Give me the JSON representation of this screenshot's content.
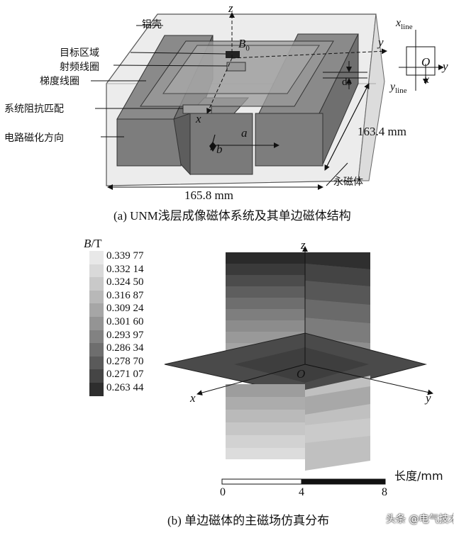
{
  "panel_a": {
    "labels": {
      "aluminum_shell": "铝壳",
      "target_region": "目标区域",
      "rf_coil": "射频线圈",
      "gradient_coil": "梯度线圈",
      "impedance_matching": "系统阻抗匹配",
      "magnetization_direction": "电路磁化方向",
      "permanent_magnet": "永磁体"
    },
    "axes": {
      "z": "z",
      "y": "y",
      "x": "x",
      "a": "a",
      "b": "b",
      "b0": "B",
      "b0_sub": "0",
      "ds": "ds"
    },
    "dimensions": {
      "width": "165.8 mm",
      "depth": "163.4 mm"
    },
    "inset": {
      "x_line": "x",
      "x_line_sub": "line",
      "y_line": "y",
      "y_line_sub": "line",
      "origin": "O",
      "y": "y",
      "x": "x"
    },
    "caption": "(a) UNM浅层成像磁体系统及其单边磁体结构"
  },
  "panel_b": {
    "colorbar_title_italic": "B",
    "colorbar_title_unit": "/T",
    "colorbar_values": [
      "0.339 77",
      "0.332 14",
      "0.324 50",
      "0.316 87",
      "0.309 24",
      "0.301 60",
      "0.293 97",
      "0.286 34",
      "0.278 70",
      "0.271 07",
      "0.263 44"
    ],
    "colorbar_colors": [
      "#e8e8e8",
      "#d9d9d9",
      "#c9c9c9",
      "#b8b8b8",
      "#a6a6a6",
      "#949494",
      "#828282",
      "#6e6e6e",
      "#5a5a5a",
      "#454545",
      "#2e2e2e"
    ],
    "axes": {
      "z": "z",
      "x": "x",
      "y": "y",
      "origin": "O"
    },
    "scale": {
      "label": "长度/mm",
      "ticks": [
        "0",
        "4",
        "8"
      ]
    },
    "caption": "(b) 单边磁体的主磁场仿真分布"
  },
  "watermark": "头条 @电气技术"
}
